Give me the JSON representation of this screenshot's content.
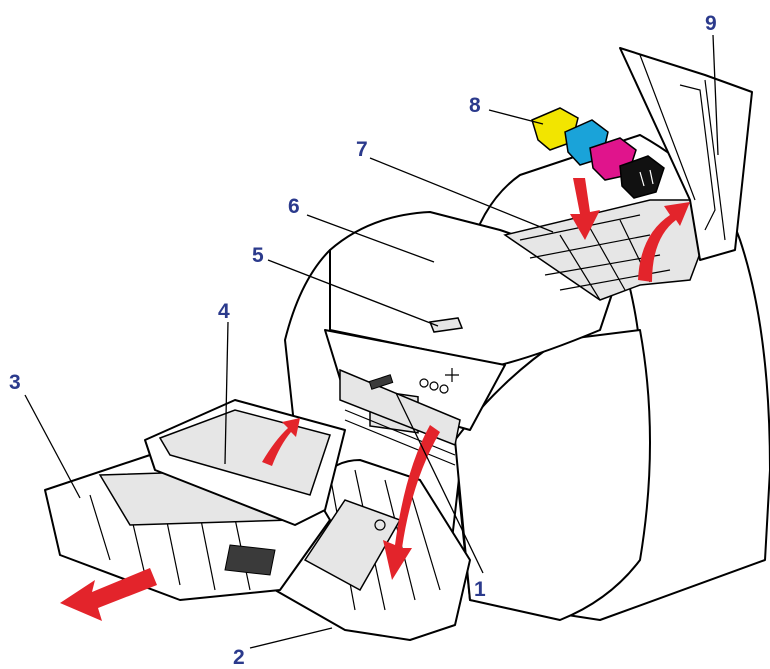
{
  "diagram": {
    "callouts": [
      {
        "id": "1",
        "label": "1"
      },
      {
        "id": "2",
        "label": "2"
      },
      {
        "id": "3",
        "label": "3"
      },
      {
        "id": "4",
        "label": "4"
      },
      {
        "id": "5",
        "label": "5"
      },
      {
        "id": "6",
        "label": "6"
      },
      {
        "id": "7",
        "label": "7"
      },
      {
        "id": "8",
        "label": "8"
      },
      {
        "id": "9",
        "label": "9"
      }
    ],
    "colors": {
      "callout_text": "#2b3a8c",
      "arrow": "#e3242b",
      "ink_yellow": "#f2e500",
      "ink_cyan": "#1aa3d9",
      "ink_magenta": "#e0148c",
      "ink_black": "#111111",
      "outline": "#000000"
    }
  }
}
